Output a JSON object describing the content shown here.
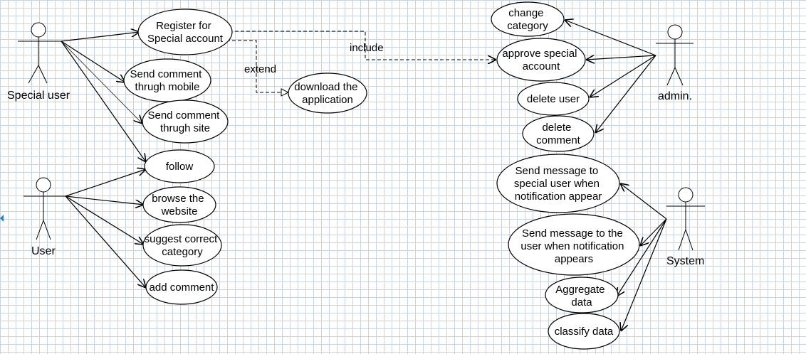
{
  "actors": {
    "special_user": "Special user",
    "user": "User",
    "admin": "admin.",
    "system": "System"
  },
  "use_cases": {
    "register": [
      "Register for",
      "Special account"
    ],
    "send_mobile": [
      "Send comment",
      "thrugh mobile"
    ],
    "send_site": [
      "Send comment",
      "thrugh site"
    ],
    "follow": [
      "follow"
    ],
    "browse": [
      "browse the",
      "website"
    ],
    "suggest": [
      "suggest correct",
      "category"
    ],
    "add_comment": [
      "add comment"
    ],
    "download": [
      "download the",
      "application"
    ],
    "change_category": [
      "change",
      "category"
    ],
    "approve": [
      "approve special",
      "account"
    ],
    "delete_user": [
      "delete user"
    ],
    "delete_comment": [
      "delete",
      "comment"
    ],
    "msg_special": [
      "Send message to",
      "special user when",
      "notification appear"
    ],
    "msg_user": [
      "Send message to the",
      "user when notification",
      "appears"
    ],
    "aggregate": [
      "Aggregate",
      "data"
    ],
    "classify": [
      "classify data"
    ]
  },
  "relations": {
    "extend_label": "extend",
    "include_label": "include"
  },
  "colors": {
    "line": "#000000",
    "grid": "#c9d3e0",
    "edge_marker": "#2a7fd0"
  }
}
